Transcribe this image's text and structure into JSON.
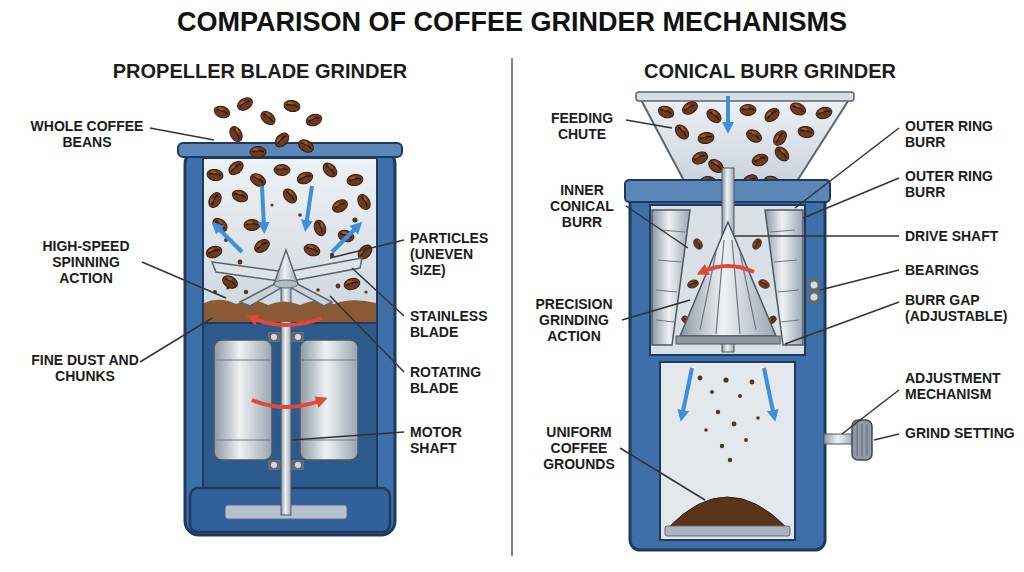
{
  "diagram": {
    "title": "COMPARISON OF COFFEE GRINDER MECHANISMS",
    "labels": [
      "PROPELLER BLADE GRINDER",
      "WHOLE COFFEE BEANS",
      "HIGH-SPEED SPINNING ACTION",
      "FINE DUST AND CHUNKS",
      "PARTICLES (UNEVEN SIZE)",
      "STAINLESS BLADE",
      "ROTATING BLADE",
      "MOTOR SHAFT",
      "CONICAL BURR GRINDER",
      "FEEDING CHUTE",
      "INNER CONICAL BURR",
      "PRECISION GRINDING ACTION",
      "UNIFORM COFFEE GROUNDS",
      "OUTER RING BURR",
      "OUTER RING BURR",
      "DRIVE SHAFT",
      "BEARINGS",
      "BURR GAP (ADJUSTABLE)",
      "ADJUSTMENT MECHANISM",
      "GRIND SETTING"
    ]
  }
}
